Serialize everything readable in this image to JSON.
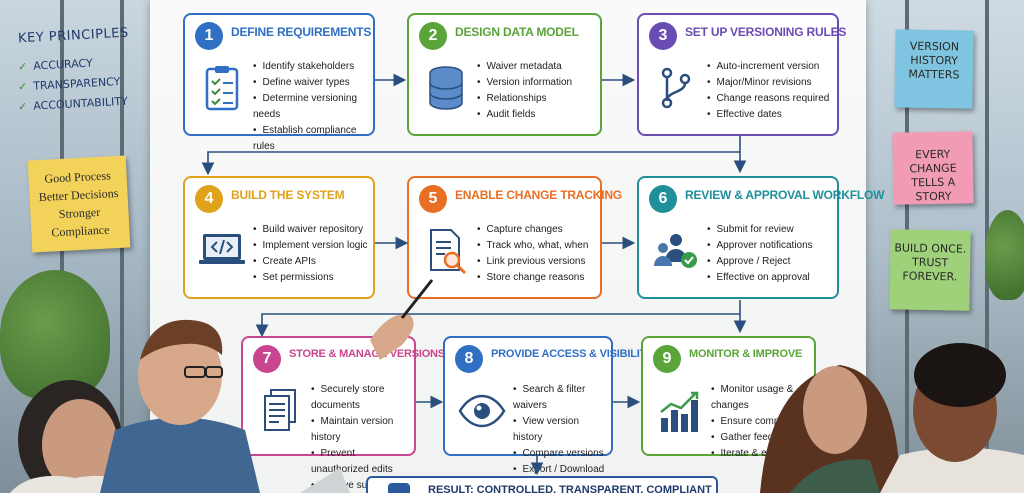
{
  "key_principles": {
    "title": "KEY PRINCIPLES",
    "items": [
      "ACCURACY",
      "TRANSPARENCY",
      "ACCOUNTABILITY"
    ]
  },
  "left_note": [
    "Good Process",
    "Better Decisions",
    "Stronger Compliance"
  ],
  "right_notes": [
    {
      "lines": [
        "VERSION",
        "HISTORY",
        "MATTERS"
      ],
      "color": "#7fc4e0"
    },
    {
      "lines": [
        "EVERY CHANGE",
        "TELLS A STORY"
      ],
      "color": "#f29bb5"
    },
    {
      "lines": [
        "BUILD ONCE.",
        "TRUST",
        "FOREVER."
      ],
      "color": "#9ed17a"
    }
  ],
  "steps": [
    {
      "num": "1",
      "title": "DEFINE REQUIREMENTS",
      "color": "#2f6fc4",
      "icon": "clipboard-icon",
      "bullets": [
        "Identify stakeholders",
        "Define waiver types",
        "Determine versioning needs",
        "Establish compliance rules"
      ]
    },
    {
      "num": "2",
      "title": "DESIGN DATA MODEL",
      "color": "#5aa43a",
      "icon": "database-icon",
      "bullets": [
        "Waiver metadata",
        "Version information",
        "Relationships",
        "Audit fields"
      ]
    },
    {
      "num": "3",
      "title": "SET UP VERSIONING RULES",
      "color": "#6a4cb5",
      "icon": "branch-icon",
      "bullets": [
        "Auto-increment version",
        "Major/Minor revisions",
        "Change reasons required",
        "Effective dates"
      ]
    },
    {
      "num": "4",
      "title": "BUILD THE SYSTEM",
      "color": "#e0a21a",
      "icon": "laptop-code-icon",
      "bullets": [
        "Build waiver repository",
        "Implement version logic",
        "Create APIs",
        "Set permissions"
      ]
    },
    {
      "num": "5",
      "title": "ENABLE CHANGE TRACKING",
      "color": "#e86f24",
      "icon": "document-search-icon",
      "bullets": [
        "Capture changes",
        "Track who, what, when",
        "Link previous versions",
        "Store change reasons"
      ]
    },
    {
      "num": "6",
      "title": "REVIEW & APPROVAL WORKFLOW",
      "color": "#1f8f9a",
      "icon": "approval-users-icon",
      "bullets": [
        "Submit for review",
        "Approver notifications",
        "Approve / Reject",
        "Effective on approval"
      ]
    },
    {
      "num": "7",
      "title": "STORE & MANAGE VERSIONS",
      "color": "#c9458f",
      "icon": "documents-stack-icon",
      "bullets": [
        "Securely store documents",
        "Maintain version history",
        "Prevent unauthorized edits",
        "Archive superseded versions"
      ]
    },
    {
      "num": "8",
      "title": "PROVIDE ACCESS & VISIBILITY",
      "color": "#2f6fc4",
      "icon": "eye-icon",
      "bullets": [
        "Search & filter waivers",
        "View version history",
        "Compare versions",
        "Export / Download"
      ]
    },
    {
      "num": "9",
      "title": "MONITOR & IMPROVE",
      "color": "#5aa43a",
      "icon": "bar-chart-icon",
      "bullets": [
        "Monitor usage & changes",
        "Ensure compliance",
        "Gather feedback",
        "Iterate & enhance"
      ]
    }
  ],
  "result": "RESULT: CONTROLLED, TRANSPARENT, COMPLIANT"
}
